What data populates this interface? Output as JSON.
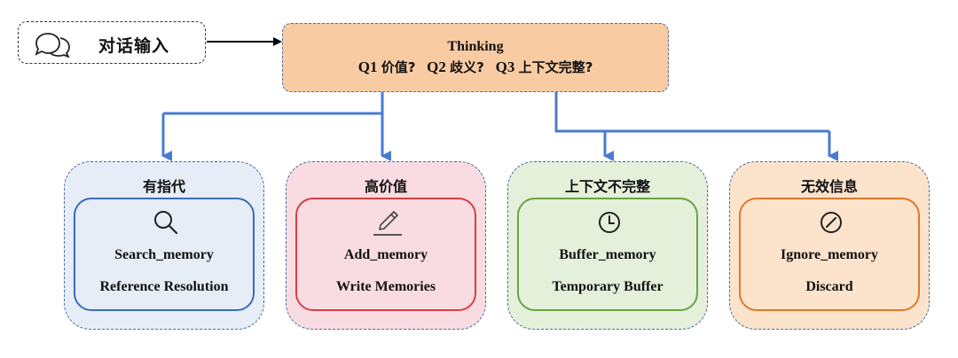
{
  "input": {
    "label": "对话输入",
    "icon": "chat-bubbles-icon"
  },
  "thinking": {
    "title": "Thinking",
    "questions": [
      {
        "code": "Q1",
        "text": "价值?"
      },
      {
        "code": "Q2",
        "text": "歧义?"
      },
      {
        "code": "Q3",
        "text": "上下文完整?"
      }
    ]
  },
  "categories": [
    {
      "title": "有指代",
      "function": "Search_memory",
      "description": "Reference Resolution",
      "icon": "search-icon",
      "color": "#3b6cb7",
      "background": "#e6edf7"
    },
    {
      "title": "高价值",
      "function": "Add_memory",
      "description": "Write Memories",
      "icon": "pencil-icon",
      "color": "#d93e45",
      "background": "#f9dce2"
    },
    {
      "title": "上下文不完整",
      "function": "Buffer_memory",
      "description": "Temporary Buffer",
      "icon": "clock-icon",
      "color": "#6aa345",
      "background": "#e4f0d9"
    },
    {
      "title": "无效信息",
      "function": "Ignore_memory",
      "description": "Discard",
      "icon": "prohibited-icon",
      "color": "#e0782a",
      "background": "#fbe3cc"
    }
  ],
  "connector_color": "#4a7bd0"
}
